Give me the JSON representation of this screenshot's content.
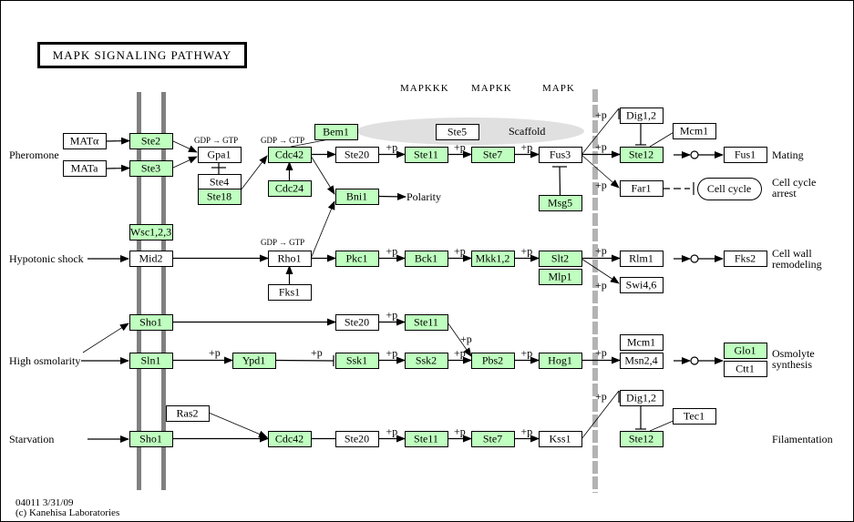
{
  "title": "MAPK SIGNALING PATHWAY",
  "tiers": [
    "MAPKKK",
    "MAPKK",
    "MAPK"
  ],
  "colors": {
    "gene_known": "#bfffbf",
    "gene_other": "#ffffff",
    "membrane": "#808080",
    "nuclear_membrane": "#b3b3b3",
    "scaffold": "#e0e0e0",
    "line": "#000000"
  },
  "stimuli": {
    "pheromone": "Pheromone",
    "hypotonic": "Hypotonic shock",
    "osmolarity": "High osmolarity",
    "starvation": "Starvation"
  },
  "outcomes": {
    "mating": "Mating",
    "cell_cycle_arrest": "Cell cycle arrest",
    "cell_wall": "Cell wall remodeling",
    "osmolyte": "Osmolyte synthesis",
    "filamentation": "Filamentation",
    "polarity": "Polarity"
  },
  "scaffold_label": "Scaffold",
  "phospho_label": "+p",
  "gdp_gtp": "GDP → GTP",
  "nodes": [
    {
      "id": "MATalpha",
      "label": "MATα",
      "green": false
    },
    {
      "id": "MATa",
      "label": "MATa",
      "green": false
    },
    {
      "id": "Ste2",
      "label": "Ste2",
      "green": true
    },
    {
      "id": "Ste3",
      "label": "Ste3",
      "green": true
    },
    {
      "id": "Gpa1",
      "label": "Gpa1",
      "green": false
    },
    {
      "id": "Ste4",
      "label": "Ste4",
      "green": false
    },
    {
      "id": "Ste18",
      "label": "Ste18",
      "green": true
    },
    {
      "id": "Cdc42a",
      "label": "Cdc42",
      "green": true
    },
    {
      "id": "Cdc24",
      "label": "Cdc24",
      "green": true
    },
    {
      "id": "Bem1",
      "label": "Bem1",
      "green": true
    },
    {
      "id": "Ste20a",
      "label": "Ste20",
      "green": false
    },
    {
      "id": "Ste5",
      "label": "Ste5",
      "green": false
    },
    {
      "id": "Ste11a",
      "label": "Ste11",
      "green": true
    },
    {
      "id": "Ste7a",
      "label": "Ste7",
      "green": true
    },
    {
      "id": "Fus3",
      "label": "Fus3",
      "green": false
    },
    {
      "id": "Msg5",
      "label": "Msg5",
      "green": true
    },
    {
      "id": "Bni1",
      "label": "Bni1",
      "green": true
    },
    {
      "id": "Dig12a",
      "label": "Dig1,2",
      "green": false
    },
    {
      "id": "Mcm1a",
      "label": "Mcm1",
      "green": false
    },
    {
      "id": "Ste12a",
      "label": "Ste12",
      "green": true
    },
    {
      "id": "Fus1",
      "label": "Fus1",
      "green": false
    },
    {
      "id": "Far1",
      "label": "Far1",
      "green": false
    },
    {
      "id": "CellCycle",
      "label": "Cell cycle",
      "green": false
    },
    {
      "id": "Wsc123",
      "label": "Wsc1,2,3",
      "green": true
    },
    {
      "id": "Mid2",
      "label": "Mid2",
      "green": false
    },
    {
      "id": "Rho1",
      "label": "Rho1",
      "green": false
    },
    {
      "id": "Fks1",
      "label": "Fks1",
      "green": false
    },
    {
      "id": "Pkc1",
      "label": "Pkc1",
      "green": true
    },
    {
      "id": "Bck1",
      "label": "Bck1",
      "green": true
    },
    {
      "id": "Mkk12",
      "label": "Mkk1,2",
      "green": true
    },
    {
      "id": "Slt2",
      "label": "Slt2",
      "green": true
    },
    {
      "id": "Mlp1",
      "label": "Mlp1",
      "green": true
    },
    {
      "id": "Rlm1",
      "label": "Rlm1",
      "green": false
    },
    {
      "id": "Swi46",
      "label": "Swi4,6",
      "green": false
    },
    {
      "id": "Fks2",
      "label": "Fks2",
      "green": false
    },
    {
      "id": "Sho1a",
      "label": "Sho1",
      "green": true
    },
    {
      "id": "Ste20b",
      "label": "Ste20",
      "green": false
    },
    {
      "id": "Ste11b",
      "label": "Ste11",
      "green": true
    },
    {
      "id": "Sln1",
      "label": "Sln1",
      "green": true
    },
    {
      "id": "Ypd1",
      "label": "Ypd1",
      "green": true
    },
    {
      "id": "Ssk1",
      "label": "Ssk1",
      "green": true
    },
    {
      "id": "Ssk2",
      "label": "Ssk2",
      "green": true
    },
    {
      "id": "Pbs2",
      "label": "Pbs2",
      "green": true
    },
    {
      "id": "Hog1",
      "label": "Hog1",
      "green": true
    },
    {
      "id": "Mcm1b",
      "label": "Mcm1",
      "green": false
    },
    {
      "id": "Msn24",
      "label": "Msn2,4",
      "green": false
    },
    {
      "id": "Glo1",
      "label": "Glo1",
      "green": true
    },
    {
      "id": "Ctt1",
      "label": "Ctt1",
      "green": false
    },
    {
      "id": "Ras2",
      "label": "Ras2",
      "green": false
    },
    {
      "id": "Sho1b",
      "label": "Sho1",
      "green": true
    },
    {
      "id": "Cdc42b",
      "label": "Cdc42",
      "green": true
    },
    {
      "id": "Ste20c",
      "label": "Ste20",
      "green": false
    },
    {
      "id": "Ste11c",
      "label": "Ste11",
      "green": true
    },
    {
      "id": "Ste7b",
      "label": "Ste7",
      "green": true
    },
    {
      "id": "Kss1",
      "label": "Kss1",
      "green": false
    },
    {
      "id": "Dig12b",
      "label": "Dig1,2",
      "green": false
    },
    {
      "id": "Ste12b",
      "label": "Ste12",
      "green": true
    },
    {
      "id": "Tec1",
      "label": "Tec1",
      "green": false
    }
  ],
  "footer": {
    "id_date": "04011 3/31/09",
    "copyright": "(c) Kanehisa Laboratories"
  }
}
